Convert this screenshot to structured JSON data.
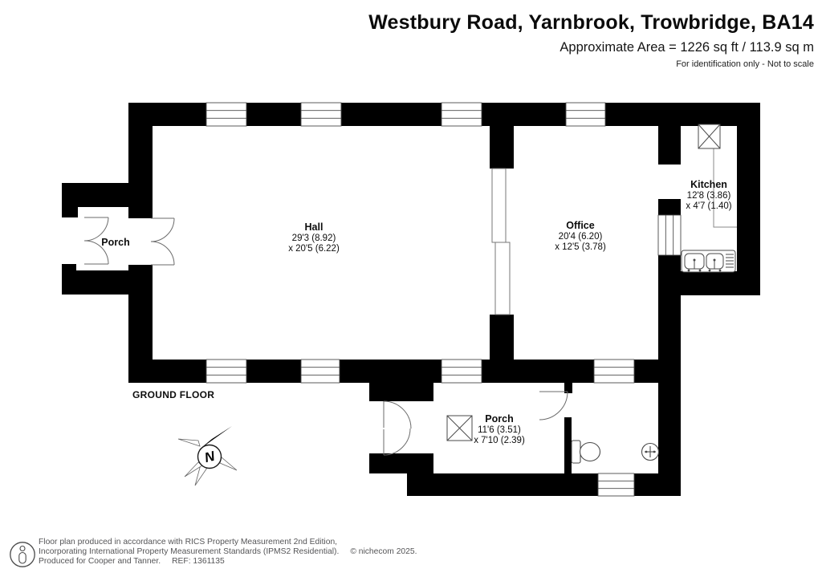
{
  "header": {
    "title": "Westbury Road, Yarnbrook, Trowbridge, BA14",
    "area_line": "Approximate Area = 1226 sq ft / 113.9 sq m",
    "note": "For identification only - Not to scale"
  },
  "plan": {
    "floor_label": "GROUND FLOOR",
    "rooms": {
      "hall": {
        "name": "Hall",
        "dims": [
          "29'3 (8.92)",
          "x 20'5 (6.22)"
        ]
      },
      "office": {
        "name": "Office",
        "dims": [
          "20'4 (6.20)",
          "x 12'5 (3.78)"
        ]
      },
      "kitchen": {
        "name": "Kitchen",
        "dims": [
          "12'8 (3.86)",
          "x 4'7 (1.40)"
        ]
      },
      "porch_front": {
        "name": "Porch",
        "dims": [
          "11'6 (3.51)",
          "x 7'10 (2.39)"
        ]
      },
      "porch_side": {
        "name": "Porch"
      }
    },
    "compass": {
      "label": "N"
    },
    "icons": {
      "kitchen_hob": "hob-icon",
      "kitchen_sink": "double-sink-icon",
      "wc_toilet": "toilet-icon",
      "wc_basin": "basin-icon",
      "porch_unit": "appliance-icon",
      "compass": "compass-north-icon",
      "footer_logo": "person-logo-icon"
    },
    "colors": {
      "wall": "#000000",
      "fixture_line": "#444444",
      "door_line": "#777777"
    }
  },
  "footer": {
    "line1": "Floor plan produced in accordance with RICS Property Measurement 2nd Edition,",
    "line2": "Incorporating International Property Measurement Standards (IPMS2 Residential).",
    "copyright": "© nichecom 2025.",
    "line3": "Produced for Cooper and Tanner.",
    "ref": "REF: 1361135"
  }
}
